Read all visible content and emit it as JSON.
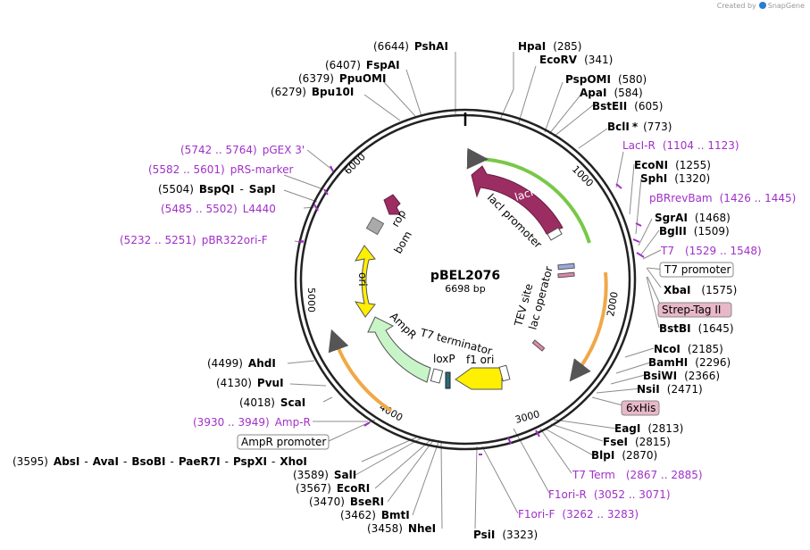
{
  "credit": {
    "prefix": "Created by",
    "brand": "SnapGene"
  },
  "plasmid": {
    "name": "pBEL2076",
    "size": "6698 bp"
  },
  "ticks": [
    "1000",
    "2000",
    "3000",
    "4000",
    "5000",
    "6000"
  ],
  "enzymes": {
    "pshai": {
      "name": "PshAI",
      "pos": "(6644)"
    },
    "fspai": {
      "name": "FspAI",
      "pos": "(6407)"
    },
    "ppuomi": {
      "name": "PpuOMI",
      "pos": "(6379)"
    },
    "bpu10i": {
      "name": "Bpu10I",
      "pos": "(6279)"
    },
    "bspqi": {
      "name": "BspQI",
      "sep": "-",
      "name2": "SapI",
      "pos": "(5504)"
    },
    "ahdi": {
      "name": "AhdI",
      "pos": "(4499)"
    },
    "pvui": {
      "name": "PvuI",
      "pos": "(4130)"
    },
    "scai": {
      "name": "ScaI",
      "pos": "(4018)"
    },
    "absi": {
      "pos": "(3595)",
      "n1": "AbsI",
      "n2": "AvaI",
      "n3": "BsoBI",
      "n4": "PaeR7I",
      "n5": "PspXI",
      "n6": "XhoI",
      "sep": "-"
    },
    "sali": {
      "name": "SalI",
      "pos": "(3589)"
    },
    "ecori": {
      "name": "EcoRI",
      "pos": "(3567)"
    },
    "beseri": {
      "name": "BseRI",
      "pos": "(3470)"
    },
    "bmti": {
      "name": "BmtI",
      "pos": "(3462)"
    },
    "nhei": {
      "name": "NheI",
      "pos": "(3458)"
    },
    "psii": {
      "name": "PsiI",
      "pos": "(3323)"
    },
    "hpai": {
      "name": "HpaI",
      "pos": "(285)"
    },
    "ecorv": {
      "name": "EcoRV",
      "pos": "(341)"
    },
    "pspomi": {
      "name": "PspOMI",
      "pos": "(580)"
    },
    "apai": {
      "name": "ApaI",
      "pos": "(584)"
    },
    "bsteii": {
      "name": "BstEII",
      "pos": "(605)"
    },
    "bcli": {
      "name": "BclI",
      "star": "*",
      "pos": "(773)"
    },
    "econi": {
      "name": "EcoNI",
      "pos": "(1255)"
    },
    "sphi": {
      "name": "SphI",
      "pos": "(1320)"
    },
    "sgrai": {
      "name": "SgrAI",
      "pos": "(1468)"
    },
    "bglii": {
      "name": "BglII",
      "pos": "(1509)"
    },
    "xbai": {
      "name": "XbaI",
      "pos": "(1575)"
    },
    "bstbi": {
      "name": "BstBI",
      "pos": "(1645)"
    },
    "ncoi": {
      "name": "NcoI",
      "pos": "(2185)"
    },
    "bamhi": {
      "name": "BamHI",
      "pos": "(2296)"
    },
    "bsiwi": {
      "name": "BsiWI",
      "pos": "(2366)"
    },
    "nsii": {
      "name": "NsiI",
      "pos": "(2471)"
    },
    "eagi": {
      "name": "EagI",
      "pos": "(2813)"
    },
    "fsei": {
      "name": "FseI",
      "pos": "(2815)"
    },
    "blpi": {
      "name": "BlpI",
      "pos": "(2870)"
    }
  },
  "primers": {
    "pgex3": {
      "range": "(5742 .. 5764)",
      "name": "pGEX 3'"
    },
    "prsmarker": {
      "range": "(5582 .. 5601)",
      "name": "pRS-marker"
    },
    "l4440": {
      "range": "(5485 .. 5502)",
      "name": "L4440"
    },
    "pbr322orif": {
      "range": "(5232 .. 5251)",
      "name": "pBR322ori-F"
    },
    "ampr": {
      "range": "(3930 .. 3949)",
      "name": "Amp-R"
    },
    "laciR": {
      "name": "LacI-R",
      "range": "(1104 .. 1123)"
    },
    "pbrrevbam": {
      "name": "pBRrevBam",
      "range": "(1426 .. 1445)"
    },
    "t7": {
      "name": "T7",
      "range": "(1529 .. 1548)"
    },
    "t7term": {
      "name": "T7 Term",
      "range": "(2867 .. 2885)"
    },
    "f1orir": {
      "name": "F1ori-R",
      "range": "(3052 .. 3071)"
    },
    "f1orif": {
      "name": "F1ori-F",
      "range": "(3262 .. 3283)"
    }
  },
  "boxes": {
    "t7promoter": "T7 promoter",
    "streptag": "Strep-Tag II",
    "his": "6xHis",
    "amprpromoter": "AmpR promoter"
  },
  "features": {
    "laci": "lacI",
    "lacipromoter": "lacI promoter",
    "rop": "rop",
    "bom": "bom",
    "ori": "ori",
    "ampr": "AmpR",
    "t7terminator": "T7 terminator",
    "loxp": "loxP",
    "f1ori": "f1 ori",
    "tevsite": "TEV site",
    "lacoperator": "lac operator"
  },
  "colors": {
    "laci": "#9b2d62",
    "ampr": "#c8f5c8",
    "ori": "#ffef00",
    "orange": "#f0a848",
    "green": "#78c848",
    "primer": "#a030c8",
    "his_box": "#e8b8c8",
    "strep_box": "#e8b8c8"
  }
}
